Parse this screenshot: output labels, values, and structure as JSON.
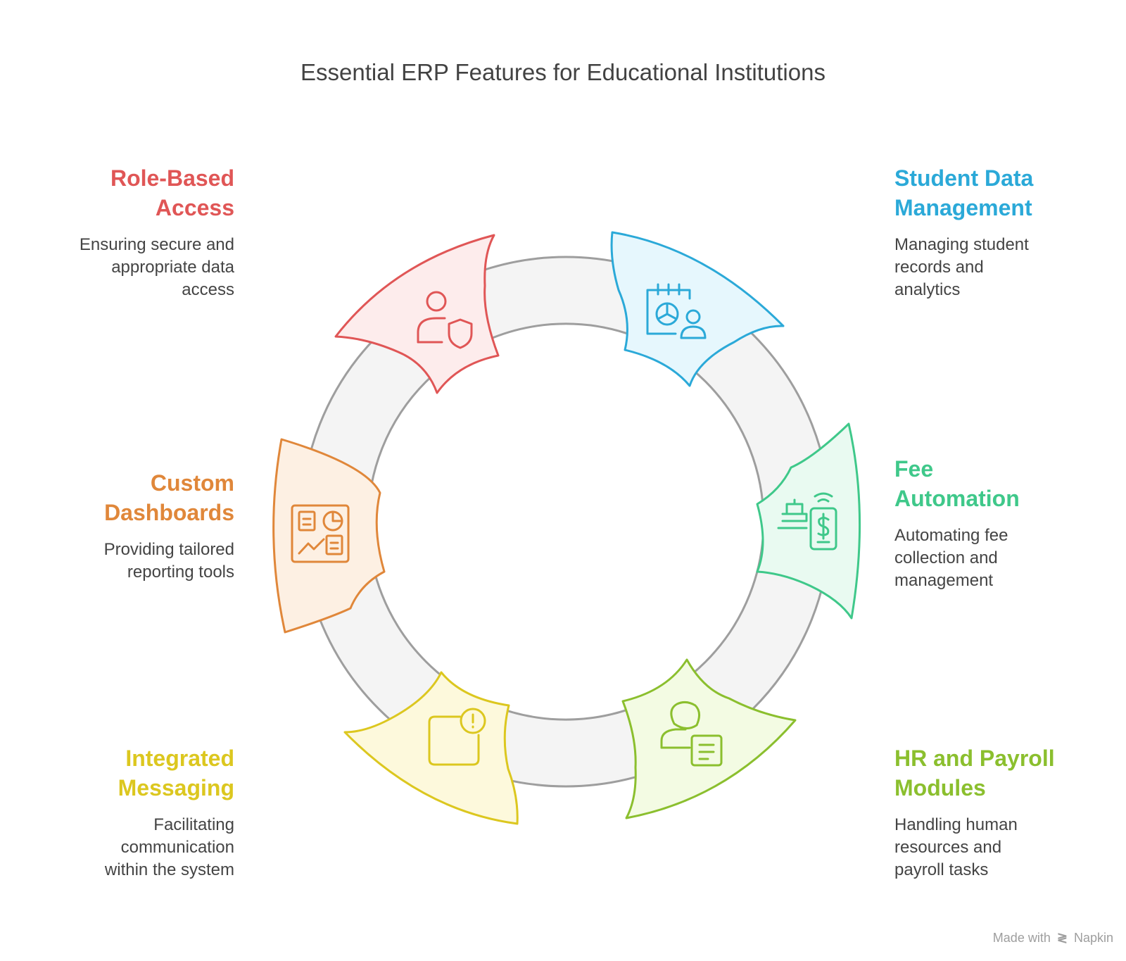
{
  "title": "Essential ERP Features for Educational Institutions",
  "colors": {
    "red": "#e05656",
    "red_fill": "#fdecec",
    "blue": "#2ba9d8",
    "blue_fill": "#e6f7fd",
    "green": "#3fc88a",
    "green_fill": "#e9faf1",
    "lime": "#8bbf2e",
    "lime_fill": "#f3fbe3",
    "yellow": "#dcc71f",
    "yellow_fill": "#fdf9dc",
    "orange": "#e0873a",
    "orange_fill": "#fdf0e3",
    "ring_fill": "#f4f4f4",
    "ring_stroke": "#9e9e9e"
  },
  "features": [
    {
      "id": "role",
      "title_line1": "Role-Based",
      "title_line2": "Access",
      "desc_line1": "Ensuring secure and",
      "desc_line2": "appropriate data",
      "desc_line3": "access",
      "icon": "user-shield-icon"
    },
    {
      "id": "student",
      "title_line1": "Student Data",
      "title_line2": "Management",
      "desc_line1": "Managing student",
      "desc_line2": "records and",
      "desc_line3": "analytics",
      "icon": "calendar-chart-user-icon"
    },
    {
      "id": "fee",
      "title_line1": "Fee",
      "title_line2": "Automation",
      "desc_line1": "Automating fee",
      "desc_line2": "collection and",
      "desc_line3": "management",
      "icon": "register-phone-dollar-icon"
    },
    {
      "id": "hr",
      "title_line1": "HR and Payroll",
      "title_line2": "Modules",
      "desc_line1": "Handling human",
      "desc_line2": "resources and",
      "desc_line3": "payroll tasks",
      "icon": "person-document-icon"
    },
    {
      "id": "msg",
      "title_line1": "Integrated",
      "title_line2": "Messaging",
      "desc_line1": "Facilitating",
      "desc_line2": "communication",
      "desc_line3": "within the system",
      "icon": "message-alert-icon"
    },
    {
      "id": "dash",
      "title_line1": "Custom",
      "title_line2": "Dashboards",
      "desc_line1": "Providing tailored",
      "desc_line2": "reporting tools",
      "desc_line3": "",
      "icon": "dashboard-icon"
    }
  ],
  "footer": {
    "made_with": "Made with",
    "brand": "Napkin"
  }
}
